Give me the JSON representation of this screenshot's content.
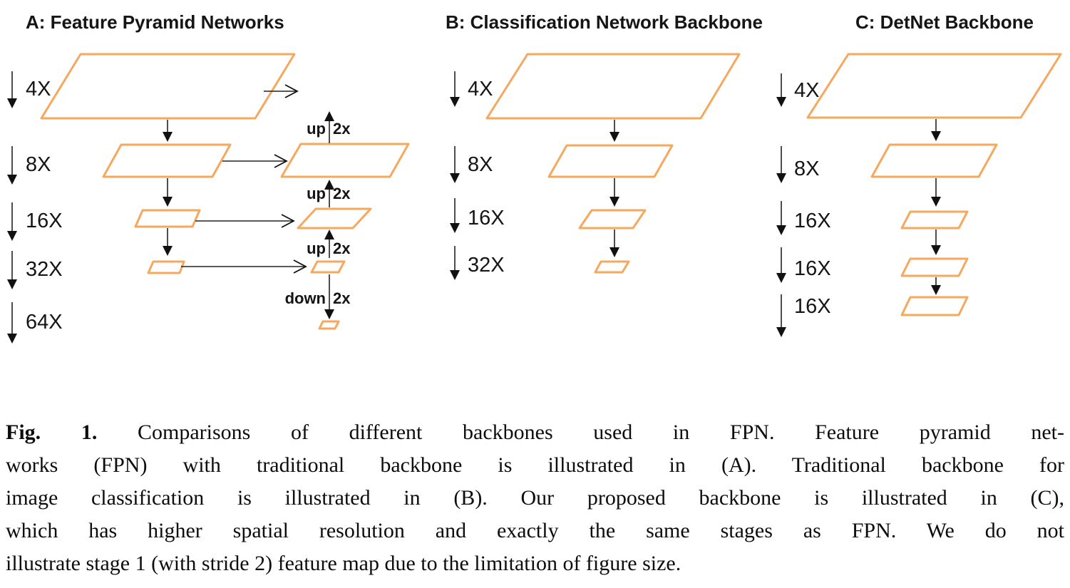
{
  "figure": {
    "colors": {
      "shape_outline": "#F5A85E",
      "arrow": "#222222",
      "text": "#151515"
    },
    "panels": [
      {
        "title": "A: Feature Pyramid Networks",
        "strides": [
          "4X",
          "8X",
          "16X",
          "32X",
          "64X"
        ],
        "annotations": [
          {
            "word": "up",
            "factor": "2x"
          },
          {
            "word": "up",
            "factor": "2x"
          },
          {
            "word": "up",
            "factor": "2x"
          },
          {
            "word": "down",
            "factor": "2x"
          }
        ]
      },
      {
        "title": "B: Classification Network Backbone",
        "strides": [
          "4X",
          "8X",
          "16X",
          "32X"
        ]
      },
      {
        "title": "C: DetNet Backbone",
        "strides": [
          "4X",
          "8X",
          "16X",
          "16X",
          "16X"
        ]
      }
    ],
    "caption": {
      "label": "Fig. 1.",
      "lines": [
        "Comparisons of different backbones used in FPN. Feature pyramid net-",
        "works (FPN) with traditional backbone is illustrated in (A). Traditional backbone for",
        "image classification is illustrated in (B). Our proposed backbone is illustrated in (C),",
        "which has higher spatial resolution and exactly the same stages as FPN. We do not",
        "illustrate stage 1 (with stride 2) feature map due to the limitation of figure size."
      ]
    }
  }
}
